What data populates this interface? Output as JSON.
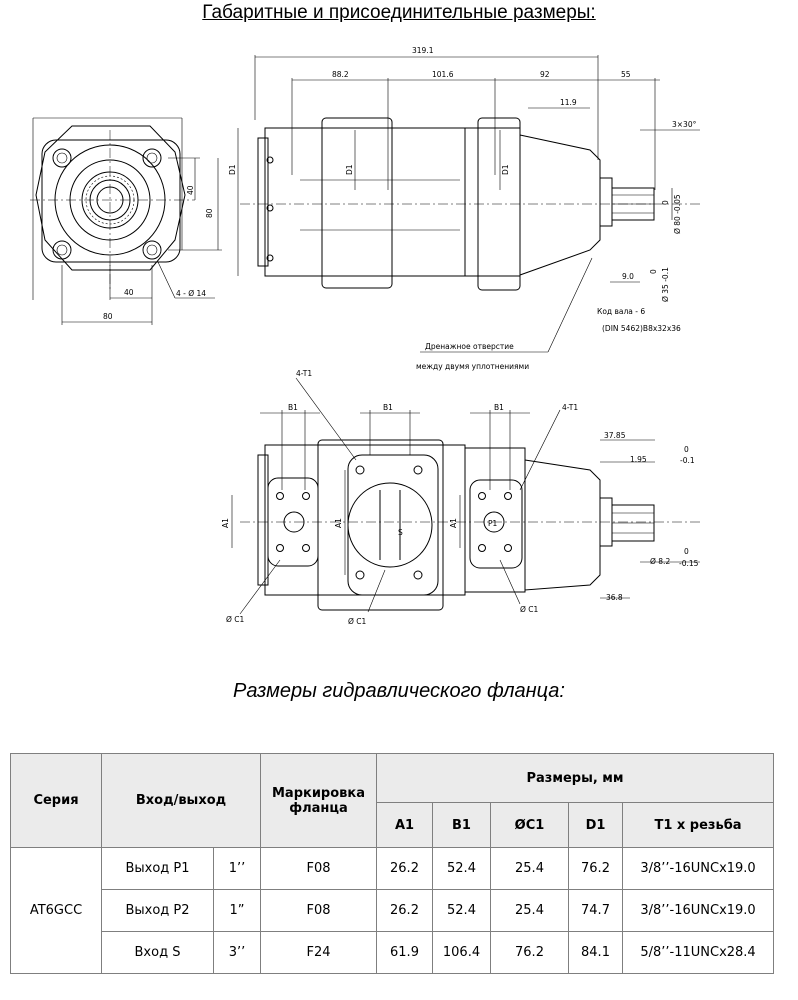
{
  "titles": {
    "main": "Габаритные и присоединительные размеры:",
    "flange": "Размеры гидравлического фланца:"
  },
  "drawing": {
    "front": {
      "d40": "40",
      "d80v": "80",
      "d40h": "40",
      "d80h": "80",
      "holes": "4 - Ø 14"
    },
    "side": {
      "overall": "319.1",
      "d88": "88.2",
      "d101": "101.6",
      "d92": "92",
      "d55": "55",
      "d11": "11.9",
      "chamfer": "3×30°",
      "D1": "D1",
      "shaft_tol_top": "0",
      "shaft_dia": "Ø 80 -0.05",
      "shaft_d9": "9.0",
      "shaft_tol_top2": "0",
      "shaft_d35": "Ø 35 -0.1",
      "shaft_code": "Код вала - 6",
      "shaft_std": "(DIN 5462)B8x32x36",
      "drain_line1": "Дренажное отверстие",
      "drain_line2": "между двумя уплотнениями"
    },
    "bottom": {
      "T1": "4-T1",
      "B1": "B1",
      "A1": "A1",
      "C1": "Ø C1",
      "S": "S",
      "P1": "P1",
      "d37": "37.85",
      "d195": "1.95",
      "tol_0": "0",
      "tol_01": "-0.1",
      "d82": "Ø 8.2",
      "tol_015": "-0.15",
      "d368": "36.8"
    }
  },
  "table": {
    "headers": {
      "series": "Серия",
      "io": "Вход/выход",
      "marking": "Маркировка фланца",
      "dims": "Размеры, мм",
      "A1": "A1",
      "B1": "B1",
      "C1": "ØC1",
      "D1": "D1",
      "T1": "T1 x резьба"
    },
    "series_value": "AT6GCC",
    "rows": [
      {
        "io": "Выход P1",
        "size": "1’’",
        "mark": "F08",
        "A1": "26.2",
        "B1": "52.4",
        "C1": "25.4",
        "D1": "76.2",
        "T1": "3/8’’-16UNCx19.0"
      },
      {
        "io": "Выход P2",
        "size": "1”",
        "mark": "F08",
        "A1": "26.2",
        "B1": "52.4",
        "C1": "25.4",
        "D1": "74.7",
        "T1": "3/8’’-16UNCx19.0"
      },
      {
        "io": "Вход S",
        "size": "3’’",
        "mark": "F24",
        "A1": "61.9",
        "B1": "106.4",
        "C1": "76.2",
        "D1": "84.1",
        "T1": "5/8’’-11UNCx28.4"
      }
    ]
  }
}
